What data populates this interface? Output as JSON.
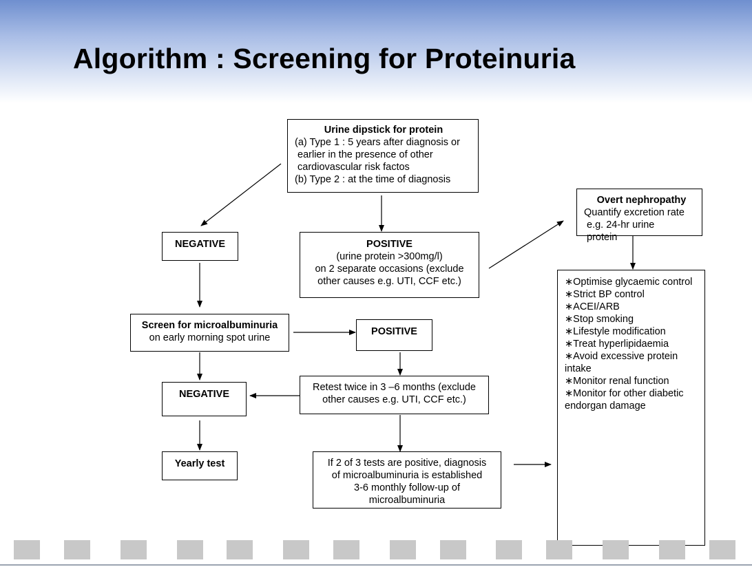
{
  "title": "Algorithm : Screening for Proteinuria",
  "boxes": {
    "dipstick": {
      "heading": "Urine dipstick for protein",
      "lines": [
        "(a)  Type 1 : 5 years after diagnosis or",
        " earlier in the presence of other",
        " cardiovascular risk factos",
        "(b) Type 2 : at the time of diagnosis"
      ]
    },
    "negative_top": {
      "label": "NEGATIVE"
    },
    "positive_top": {
      "heading": "POSITIVE",
      "lines": [
        "(urine protein >300mg/l)",
        "on 2 separate occasions (exclude",
        "other causes e.g. UTI, CCF etc.)"
      ]
    },
    "overt": {
      "heading": "Overt nephropathy",
      "lines": [
        "Quantify excretion rate",
        " e.g. 24-hr urine",
        " protein"
      ]
    },
    "screen": {
      "heading": "Screen for microalbuminuria",
      "line": "on early morning spot urine"
    },
    "positive_mid": {
      "label": "POSITIVE"
    },
    "retest": {
      "lines": [
        "Retest twice in 3 –6 months (exclude",
        "other causes e.g. UTI, CCF etc.)"
      ]
    },
    "negative_mid": {
      "label": "NEGATIVE"
    },
    "yearly": {
      "label": "Yearly test"
    },
    "diagnosis": {
      "lines": [
        "If 2 of 3 tests are positive, diagnosis",
        "of microalbuminuria is established",
        "3-6 monthly follow-up of",
        "microalbuminuria"
      ]
    },
    "management": {
      "bullet": "∗",
      "items": [
        "Optimise glycaemic control",
        "Strict BP control",
        "ACEI/ARB",
        "Stop smoking",
        "Lifestyle modification",
        "Treat hyperlipidaemia",
        "Avoid excessive protein intake",
        "Monitor renal function",
        "Monitor for other diabetic endorgan damage"
      ]
    }
  }
}
